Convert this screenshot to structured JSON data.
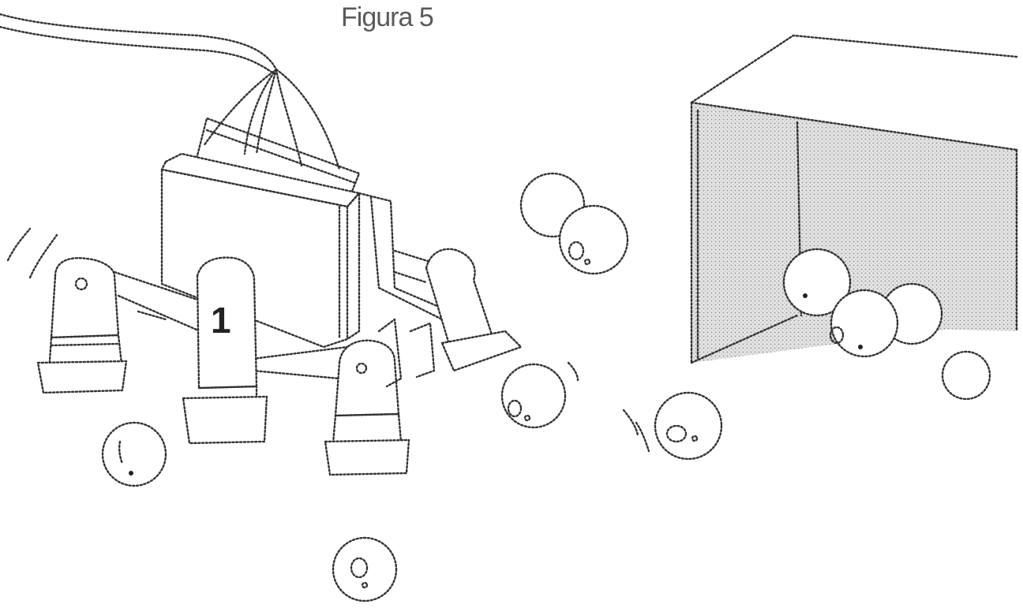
{
  "figure": {
    "title": "Figura 5",
    "robot_number": "1"
  },
  "colors": {
    "line": "#333333",
    "title": "#5a5a5a",
    "goal_net": "#c9c9c9",
    "background": "#ffffff"
  },
  "icons": [
    "robot",
    "ball",
    "goal",
    "cable"
  ]
}
